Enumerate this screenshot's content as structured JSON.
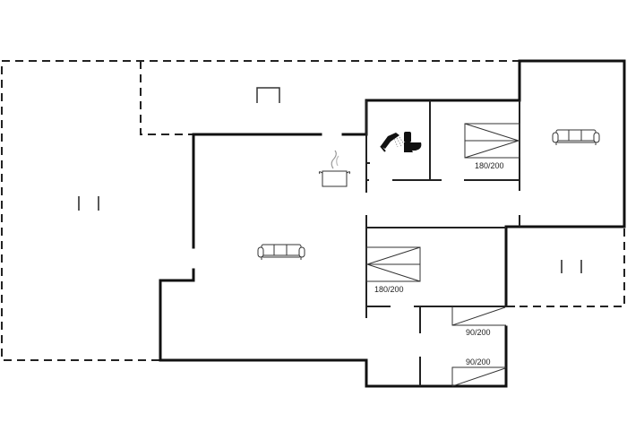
{
  "floorplan": {
    "colors": {
      "wall": "#111111",
      "background": "#ffffff"
    },
    "beds": [
      {
        "id": "bed-1",
        "label": "180/200"
      },
      {
        "id": "bed-2",
        "label": "180/200"
      },
      {
        "id": "bed-3",
        "label": "90/200"
      },
      {
        "id": "bed-4",
        "label": "90/200"
      }
    ],
    "icons": [
      "sofa-icon",
      "sofa-icon",
      "cooking-pot-icon",
      "shower-icon",
      "toilet-icon",
      "window-icon",
      "pillar-icon"
    ]
  }
}
